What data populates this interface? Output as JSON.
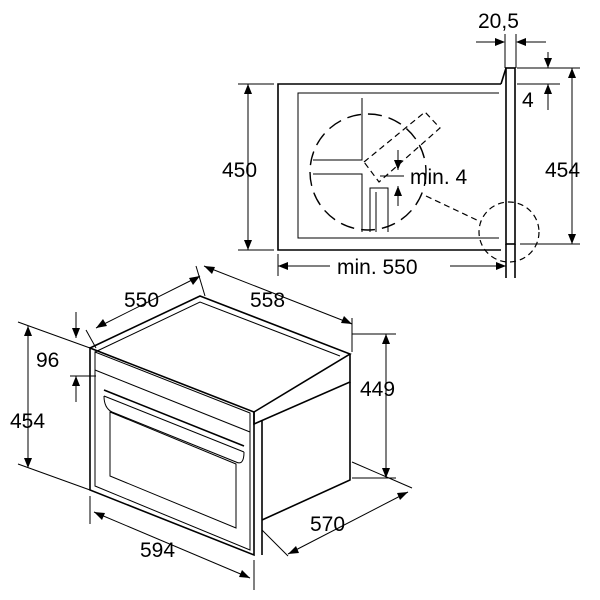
{
  "diagram": {
    "niche": {
      "gap_top": "20,5",
      "inset": "4",
      "height": "450",
      "front_height": "454",
      "clearance": "min. 4",
      "depth": "min. 550"
    },
    "appliance": {
      "depth": "550",
      "side_depth": "558",
      "panel_height": "96",
      "front_height": "454",
      "body_height": "449",
      "width": "594",
      "total_depth": "570"
    }
  }
}
